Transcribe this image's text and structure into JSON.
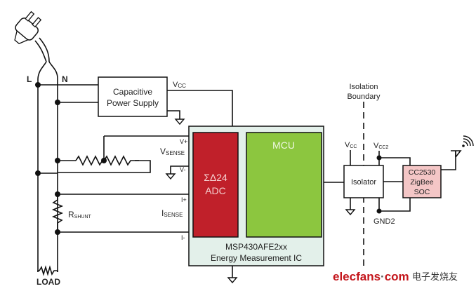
{
  "diagram": {
    "type": "circuit-block-diagram",
    "nodes": {
      "line_label": "L",
      "neutral_label": "N",
      "load_label": "LOAD",
      "shunt_label": {
        "main": "R",
        "sub": "SHUNT"
      },
      "power_supply": {
        "line1": "Capacitive",
        "line2": "Power Supply"
      },
      "vcc_label": {
        "main": "V",
        "sub": "CC"
      },
      "vsense_label": {
        "main": "V",
        "sub": "SENSE"
      },
      "isense_label": {
        "main": "I",
        "sub": "SENSE"
      },
      "v_plus": "V+",
      "v_minus": "V-",
      "i_plus": "I+",
      "i_minus": "I-",
      "adc": {
        "line1": "ΣΔ24",
        "line2": "ADC"
      },
      "mcu": "MCU",
      "ic": {
        "line1": "MSP430AFE2xx",
        "line2": "Energy Measurement IC"
      },
      "isolation": {
        "line1": "Isolation",
        "line2": "Boundary"
      },
      "isolator": "Isolator",
      "iso_vcc": {
        "main": "V",
        "sub": "CC"
      },
      "iso_vcc2": {
        "main": "V",
        "sub": "CC2"
      },
      "gnd2": "GND2",
      "zigbee": {
        "line1": "CC2530",
        "line2": "ZigBee",
        "line3": "SOC"
      }
    },
    "colors": {
      "adc_fill": "#c0202a",
      "mcu_fill": "#8cc63f",
      "ic_fill": "#e3f0ea",
      "zigbee_fill": "#f4c6c6",
      "watermark_red": "#c4161c"
    },
    "watermark": {
      "brand": "elecfans",
      "dot": "·",
      "tld": "com",
      "cn": "电子发烧友"
    }
  }
}
